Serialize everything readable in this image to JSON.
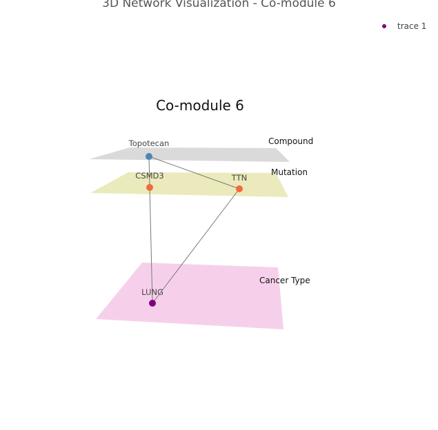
{
  "figure": {
    "title": "3D Network Visualization - Co-module 6"
  },
  "legend": {
    "entries": [
      {
        "label": "trace 1",
        "color": "#800080"
      }
    ]
  },
  "scene": {
    "title": "Co-module 6"
  },
  "planes": [
    {
      "id": "compound",
      "label": "Compound",
      "color": "#d3d3d3"
    },
    {
      "id": "mutation",
      "label": "Mutation",
      "color": "#e6e6b0"
    },
    {
      "id": "cancer",
      "label": "Cancer Type",
      "color": "#f4c8e6"
    }
  ],
  "nodes": [
    {
      "id": "topotecan",
      "label": "Topotecan",
      "layer": "Compound",
      "color": "#4a86b8"
    },
    {
      "id": "csmd3",
      "label": "CSMD3",
      "layer": "Mutation",
      "color": "#f26a3b"
    },
    {
      "id": "ttn",
      "label": "TTN",
      "layer": "Mutation",
      "color": "#f26a3b"
    },
    {
      "id": "lung",
      "label": "LUNG",
      "layer": "Cancer Type",
      "color": "#800080"
    }
  ],
  "edges": [
    {
      "source": "topotecan",
      "target": "csmd3"
    },
    {
      "source": "topotecan",
      "target": "ttn"
    },
    {
      "source": "csmd3",
      "target": "lung"
    },
    {
      "source": "ttn",
      "target": "lung"
    }
  ],
  "edge_color": "#777777"
}
